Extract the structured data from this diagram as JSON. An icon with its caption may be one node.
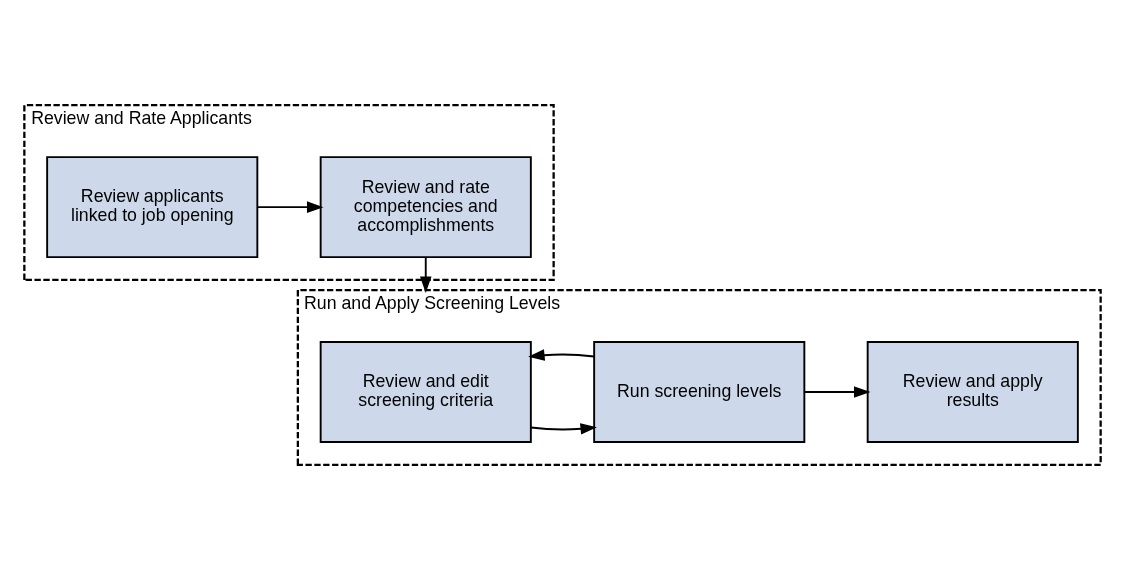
{
  "diagram": {
    "nodes": [
      {
        "text": [
          "Review and Rate Applicants"
        ]
      },
      {
        "text": [
          "Review applicants linked to job opening"
        ],
        "in": 0
      },
      {
        "text": [
          "Review and rate competencies and accomplishments"
        ],
        "in": 0
      },
      {
        "text": [
          "Run and Apply Screening Levels"
        ]
      },
      {
        "text": [
          "Review and edit screening criteria"
        ],
        "in": 3
      },
      {
        "text": [
          "Run screening levels"
        ],
        "in": 3
      },
      {
        "text": [
          "Review and apply results"
        ],
        "in": 3
      }
    ],
    "edges": [
      {
        "from": 1,
        "to": 2,
        "arrow": "to"
      },
      {
        "from": 2,
        "to": 3,
        "arrow": "to"
      },
      {
        "from": 4,
        "to": 5,
        "arrow": "to"
      },
      {
        "from": 5,
        "to": 4,
        "arrow": "to"
      },
      {
        "from": 5,
        "to": 6,
        "arrow": "to"
      }
    ]
  }
}
